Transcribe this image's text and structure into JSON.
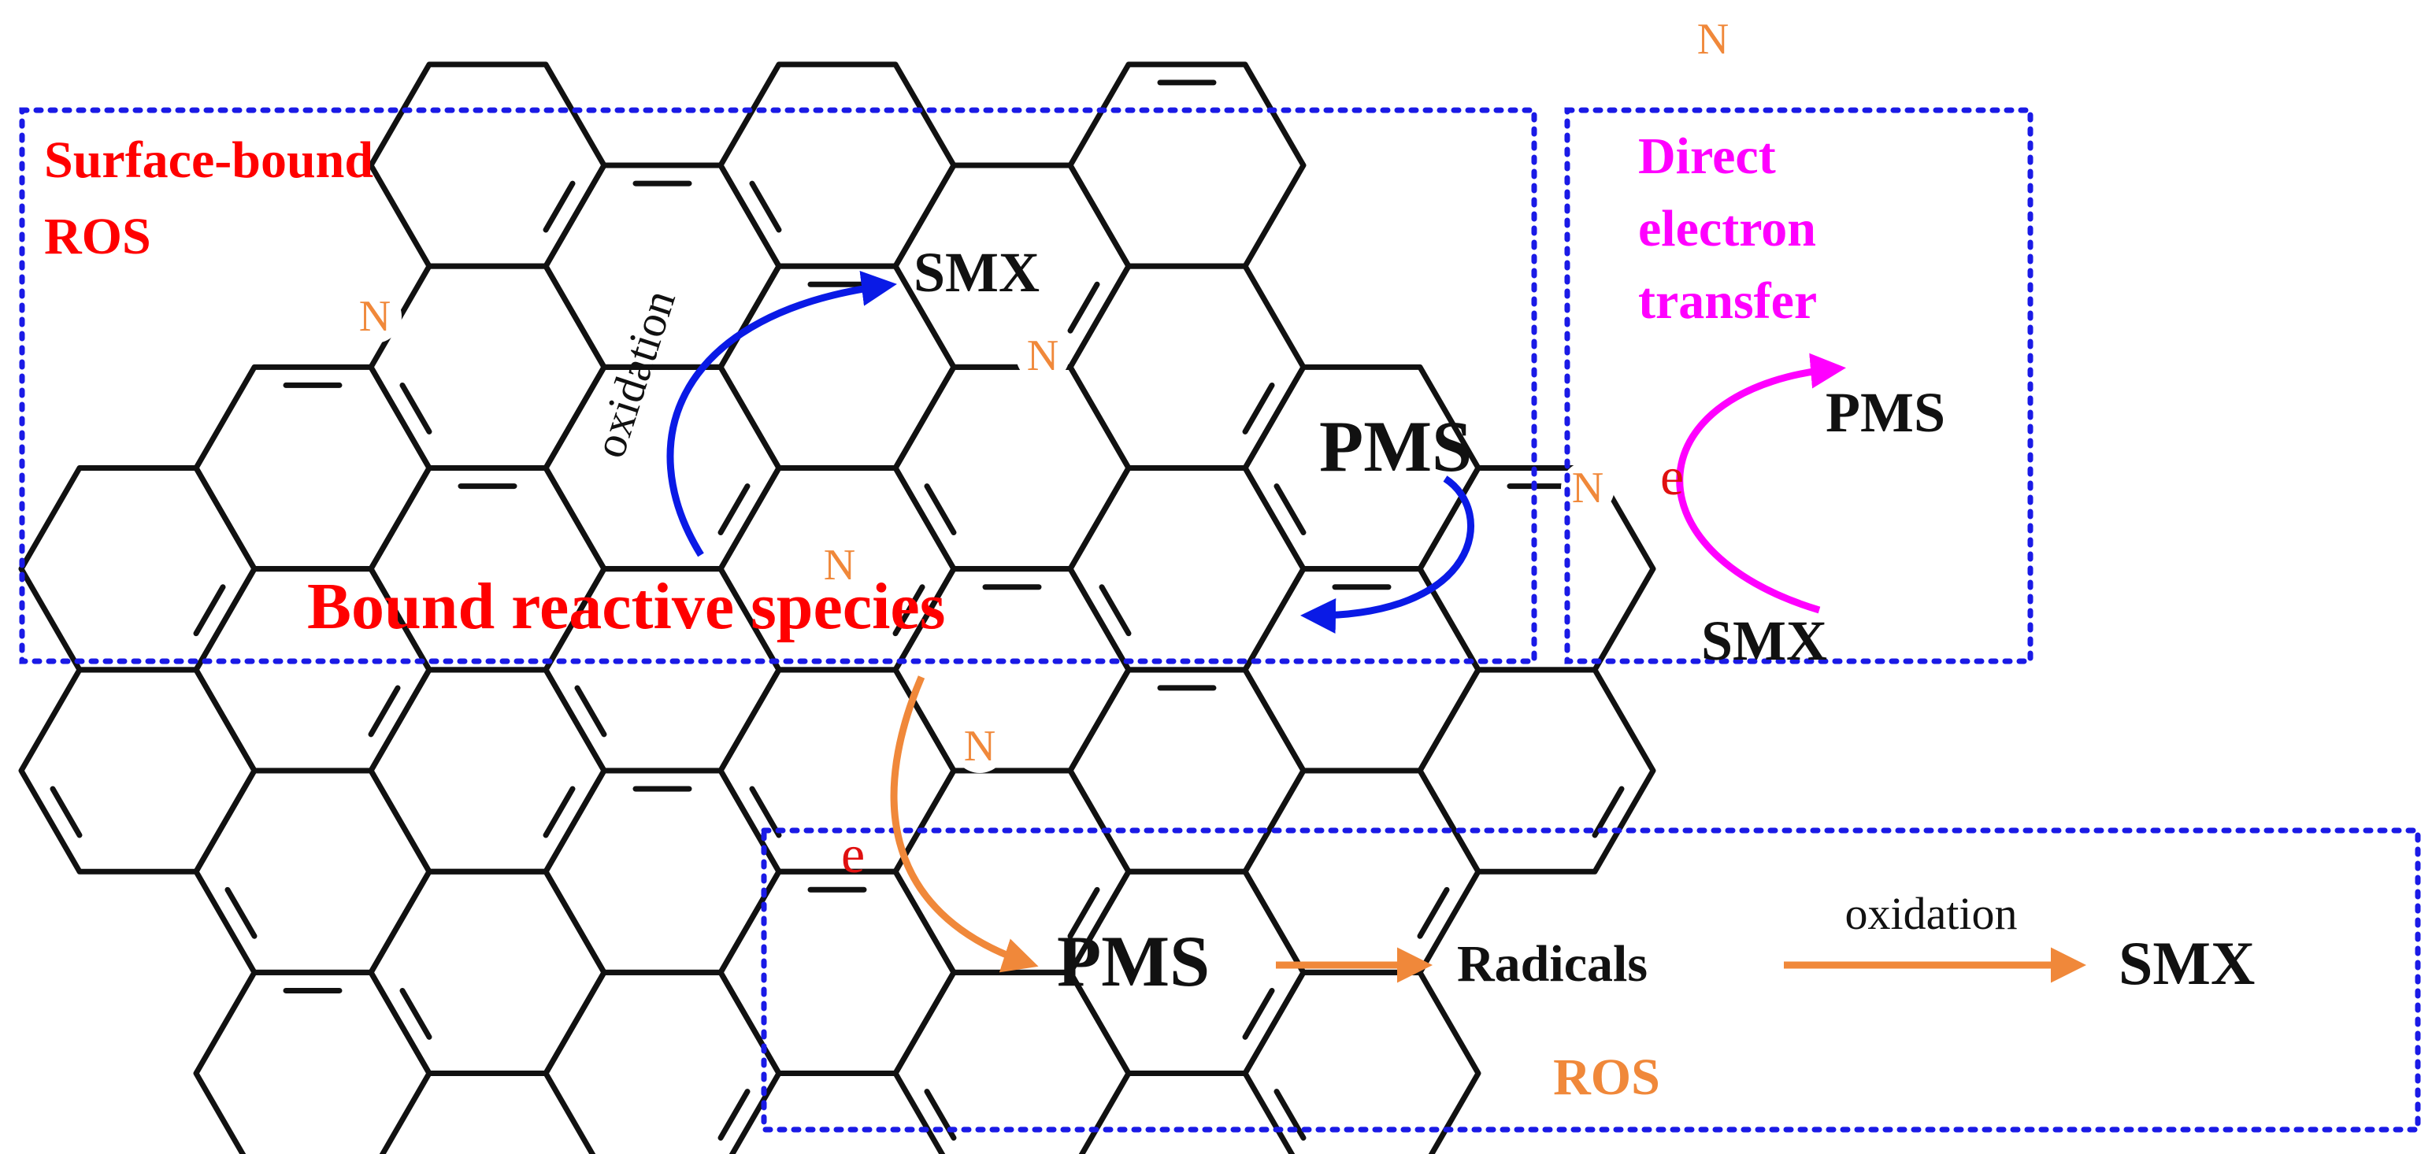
{
  "colors": {
    "lattice": "#111111",
    "box_border": "#1a1ae6",
    "surface_label": "#ff0000",
    "direct_label": "#ff00ff",
    "ros_label": "#f0883a",
    "nitrogen": "#f0883a",
    "electron": "#e01010",
    "blue_arrow": "#0a1ae6",
    "magenta_arrow": "#ff00ff",
    "orange_arrow": "#f0883a"
  },
  "regions": {
    "surface_bound": {
      "title_line1": "Surface-bound",
      "title_line2": "ROS"
    },
    "direct_transfer": {
      "title_line1": "Direct",
      "title_line2": "electron",
      "title_line3": "transfer"
    },
    "ros": {
      "title": "ROS"
    }
  },
  "lattice": {
    "nitrogen_symbol": "N"
  },
  "labels": {
    "smx_top": "SMX",
    "oxidation_curved": "oxidation",
    "pms_center": "PMS",
    "bound_species": "Bound reactive species",
    "pms_right": "PMS",
    "smx_right": "SMX",
    "electron_right": "e",
    "electron_bottom": "e"
  },
  "pathway": {
    "pms": "PMS",
    "radicals": "Radicals",
    "oxidation": "oxidation",
    "smx": "SMX"
  }
}
